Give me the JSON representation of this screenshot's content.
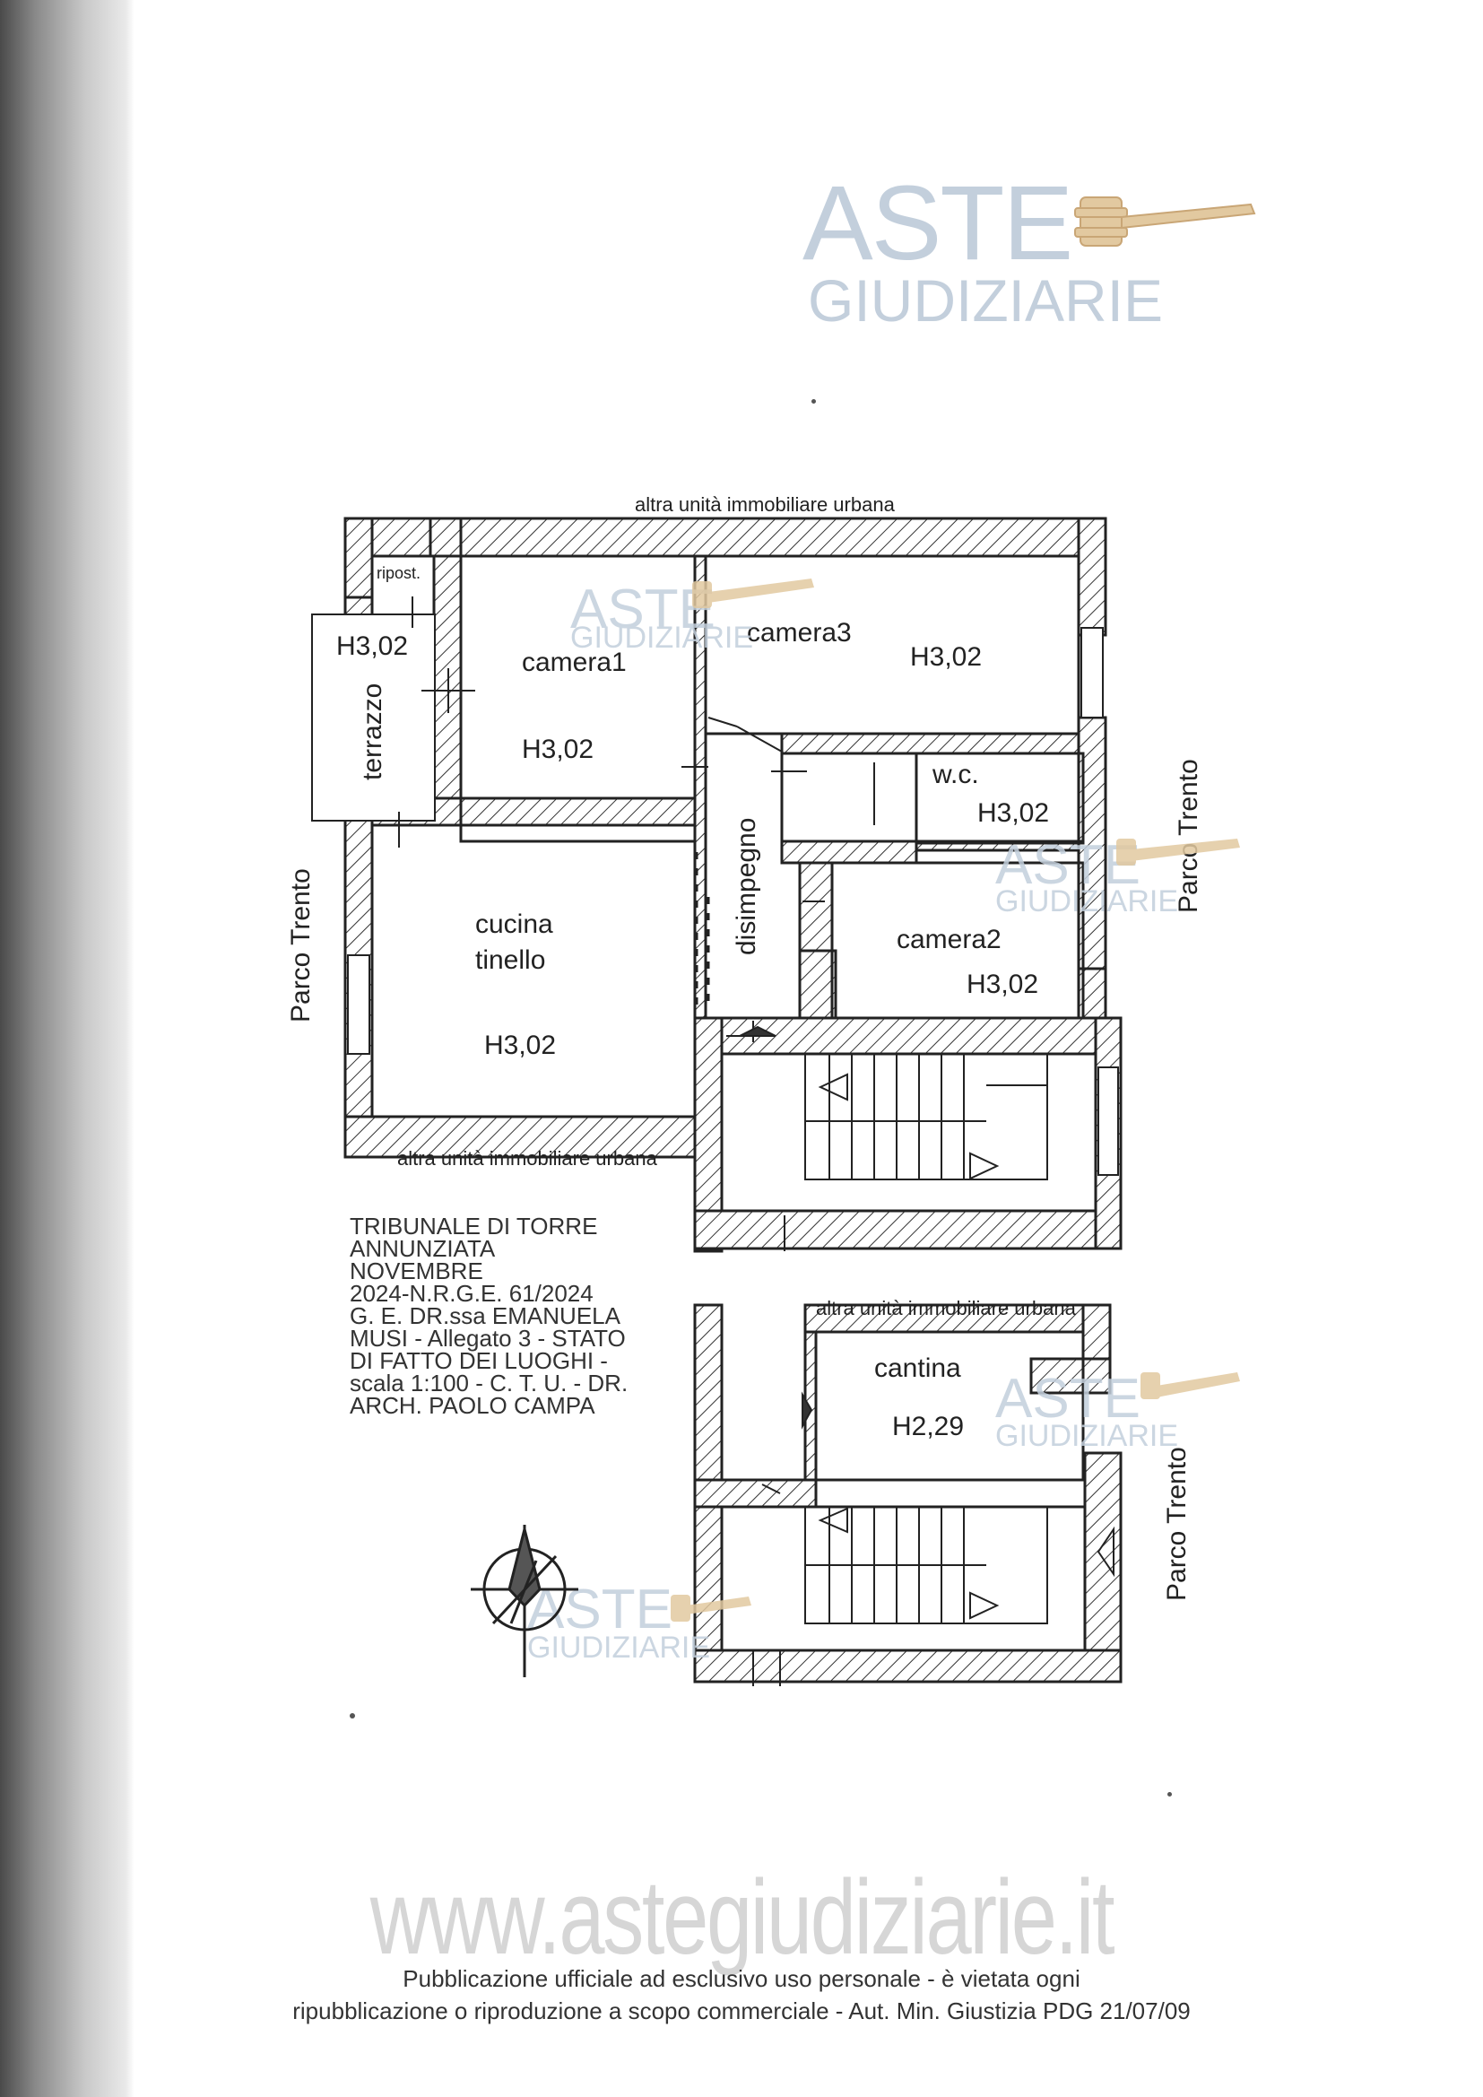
{
  "watermark": {
    "line1": "ASTE",
    "line2": "GIUDIZIARIE",
    "color": "#c3cfdc",
    "icon": "gavel-icon"
  },
  "plan": {
    "top_label": "altra unità immobiliare urbana",
    "bottom_label": "altra unità immobiliare urbana",
    "left_street": "Parco Trento",
    "right_street": "Parco Trento",
    "rooms": {
      "ripost": "ripost.",
      "terrazzo": "terrazzo",
      "terrazzo_h": "H3,02",
      "camera1": "camera1",
      "camera1_h": "H3,02",
      "camera3": "camera3",
      "camera3_h": "H3,02",
      "wc": "w.c.",
      "wc_h": "H3,02",
      "cucina": "cucina",
      "tinello": "tinello",
      "cucina_h": "H3,02",
      "disimpegno": "disimpegno",
      "camera2": "camera2",
      "camera2_h": "H3,02"
    }
  },
  "cellar": {
    "top_label": "altra unità immobiliare urbana",
    "room": "cantina",
    "room_h": "H2,29",
    "right_street": "Parco Trento"
  },
  "legend": [
    "TRIBUNALE DI TORRE",
    "ANNUNZIATA",
    "NOVEMBRE",
    "2024-N.R.G.E. 61/2024",
    "G. E. DR.ssa EMANUELA",
    "MUSI - Allegato 3 - STATO",
    "DI FATTO DEI LUOGHI -",
    "scala 1:100 - C. T. U. - DR.",
    "ARCH. PAOLO CAMPA"
  ],
  "compass": {
    "icon": "north-arrow-icon"
  },
  "site_url": "www.astegiudiziarie.it",
  "footer": {
    "line1": "Pubblicazione ufficiale ad esclusivo uso personale - è vietata ogni",
    "line2": "ripubblicazione o riproduzione a scopo commerciale - Aut. Min. Giustizia PDG 21/07/09"
  }
}
